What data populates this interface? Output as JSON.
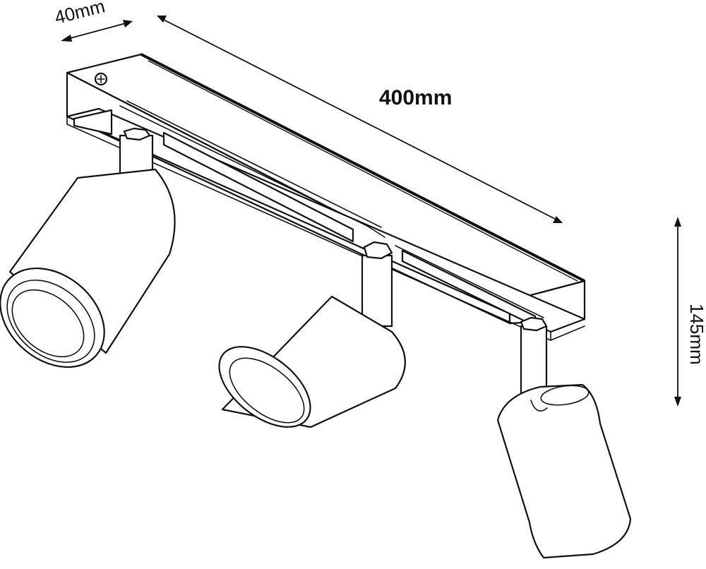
{
  "dimensions": {
    "depth": "40mm",
    "length": "400mm",
    "height": "145mm"
  }
}
